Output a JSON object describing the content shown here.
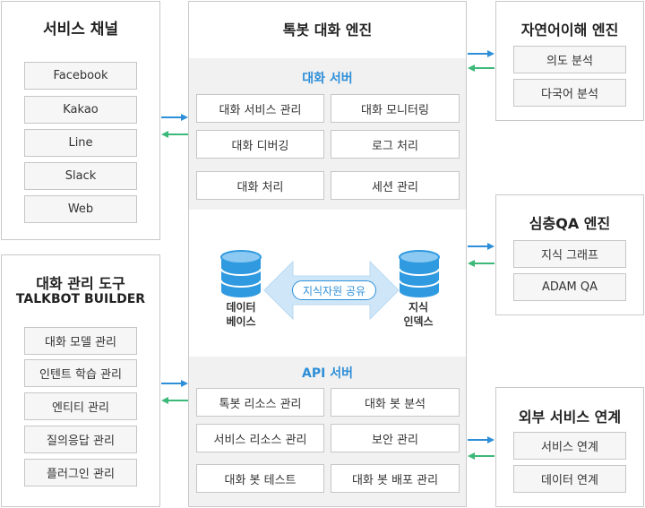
{
  "service_channels": {
    "title": "서비스 채널",
    "items": [
      "Facebook",
      "Kakao",
      "Line",
      "Slack",
      "Web"
    ]
  },
  "mgmt_tool": {
    "title": "대화 관리 도구",
    "subtitle": "TALKBOT BUILDER",
    "items": [
      "대화 모델 관리",
      "인텐트 학습 관리",
      "엔티티 관리",
      "질의응답 관리",
      "플러그인 관리"
    ]
  },
  "engine": {
    "title": "톡봇 대화 엔진",
    "dialog_server": {
      "title": "대화 서버",
      "items": [
        "대화 서비스 관리",
        "대화 모니터링",
        "대화 디버깅",
        "로그 처리",
        "대화 처리",
        "세션 관리"
      ]
    },
    "middle": {
      "database_line1": "데이터",
      "database_line2": "베이스",
      "index_line1": "지식",
      "index_line2": "인덱스",
      "share_label": "지식자원 공유"
    },
    "api_server": {
      "title": "API 서버",
      "items": [
        "톡봇 리소스 관리",
        "대화 봇 분석",
        "서비스 리소스 관리",
        "보안 관리",
        "대화 봇 테스트",
        "대화 봇 배포 관리"
      ]
    }
  },
  "nlu": {
    "title": "자연어이해 엔진",
    "items": [
      "의도 분석",
      "다국어 분석"
    ]
  },
  "qa": {
    "title": "심층QA 엔진",
    "items": [
      "지식 그래프",
      "ADAM QA"
    ]
  },
  "external": {
    "title": "외부 서비스 연계",
    "items": [
      "서비스 연계",
      "데이터 연계"
    ]
  },
  "colors": {
    "arrow_blue": "#2e8fd8",
    "arrow_green": "#3cb878",
    "accent": "#2e8fd8",
    "db_blue": "#2f9ae0",
    "share_arrow": "#cfe6f8"
  }
}
